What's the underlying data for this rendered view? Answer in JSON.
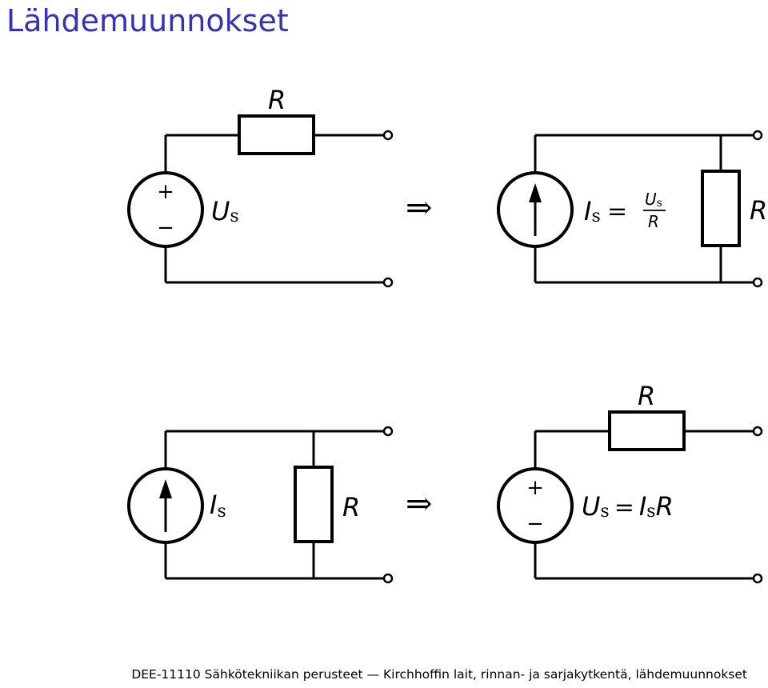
{
  "title": "Lähdemuunnokset",
  "implies_symbol": "⇒",
  "diagram1": {
    "resistor_label": "R",
    "source_label_main": "U",
    "source_label_sub": "s",
    "plus_sign": "+",
    "minus_sign": "−"
  },
  "diagram2": {
    "current_label_main": "I",
    "current_label_sub": "s",
    "equals": "=",
    "frac_num_main": "U",
    "frac_num_sub": "s",
    "frac_den": "R",
    "resistor_label": "R"
  },
  "diagram3": {
    "current_label_main": "I",
    "current_label_sub": "s",
    "resistor_label": "R"
  },
  "diagram4": {
    "resistor_label": "R",
    "plus_sign": "+",
    "minus_sign": "−",
    "lhs_main": "U",
    "lhs_sub": "s",
    "equals": "=",
    "rhs_main": "I",
    "rhs_sub": "s",
    "rhs_tail": "R"
  },
  "footer": {
    "course": "DEE-11110 Sähkötekniikan perusteet",
    "dash": "—",
    "topic": "Kirchhoffin lait, rinnan- ja sarjakytkentä, lähdemuunnokset"
  }
}
